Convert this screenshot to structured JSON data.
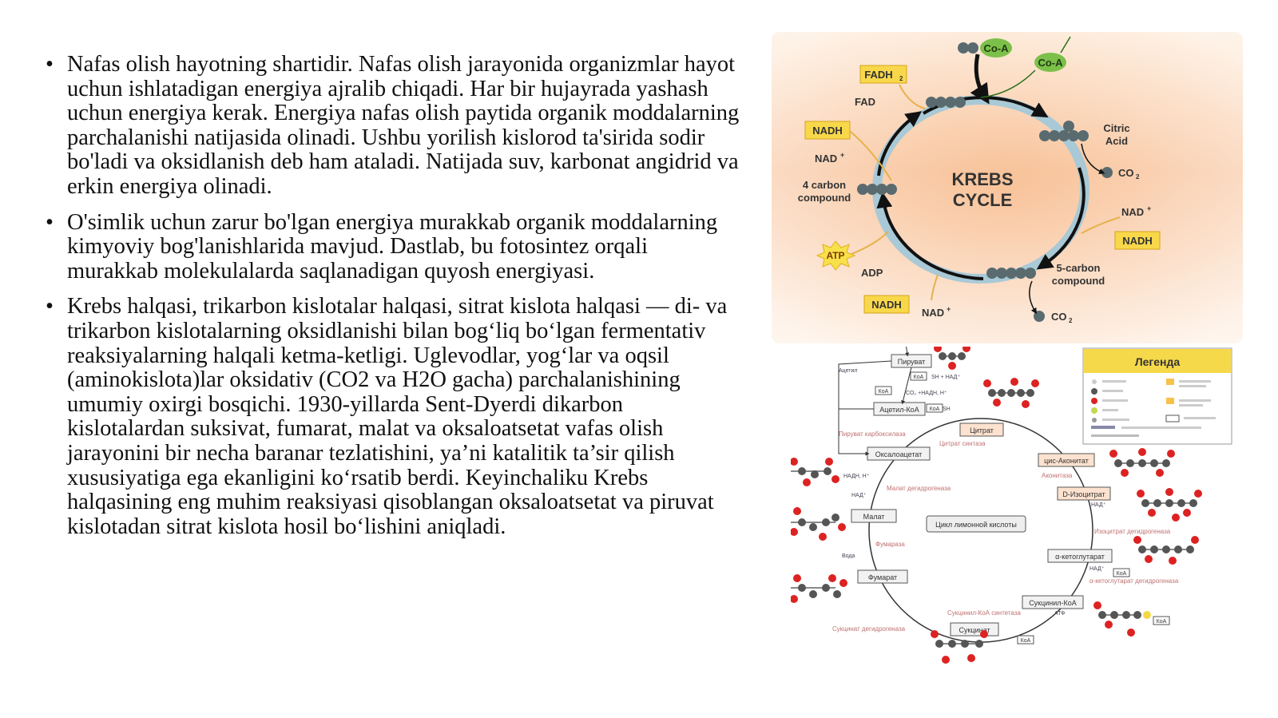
{
  "bullets": [
    "Nafas olish hayotning shartidir. Nafas olish jarayonida organizmlar hayot uchun ishlatadigan energiya ajralib chiqadi. Har bir hujayrada yashash uchun energiya kerak. Energiya nafas olish paytida organik moddalarning parchalanishi natijasida olinadi. Ushbu yorilish kislorod ta'sirida sodir bo'ladi va oksidlanish deb ham ataladi. Natijada suv, karbonat angidrid va erkin energiya olinadi.",
    "O'simlik uchun zarur bo'lgan energiya murakkab organik moddalarning kimyoviy bog'lanishlarida mavjud. Dastlab, bu fotosintez orqali murakkab molekulalarda saqlanadigan quyosh energiyasi.",
    "Krebs halqasi, trikarbon kislotalar halqasi, sitrat kislota halqasi — di- va trikarbon kislotalarning oksidlanishi bilan bog‘liq bo‘lgan fermentativ reaksiyalarning halqali ketma-ketligi. Uglevodlar, yog‘lar va oqsil (aminokislota)lar oksidativ (CO2 va H2O gacha) parchalanishining umumiy oxirgi bosqichi. 1930-yillarda Sent-Dyerdi dikarbon kislotalardan suksivat, fumarat, malat va oksaloatsetat vafas olish jarayonini bir necha baranar tezlatishini, ya’ni katalitik ta’sir qilish xususiyatiga ega ekanligini ko‘rsatib berdi. Keyinchaliku Krebs halqasining eng muhim reaksiyasi qisoblangan oksaloatsetat va piruvat kislotadan sitrat kislota hosil bo‘lishini aniqladi."
  ],
  "krebs_figure": {
    "title_line1": "KREBS",
    "title_line2": "CYCLE",
    "co_a_top": "Co-A",
    "co_a_right": "Co-A",
    "fadh2": "FADH",
    "fadh2_sub": "2",
    "fad": "FAD",
    "nadh_left": "NADH",
    "nad_left": "NAD",
    "four_carbon_1": "4 carbon",
    "four_carbon_2": "compound",
    "atp": "ATP",
    "adp": "ADP",
    "nadh_bottom": "NADH",
    "nad_bottom": "NAD",
    "citric_1": "Citric",
    "citric_2": "Acid",
    "co2_right": "CO",
    "co2_right_sub": "2",
    "nad_right": "NAD",
    "nadh_right": "NADH",
    "five_carbon_1": "5-carbon",
    "five_carbon_2": "compound",
    "co2_bottom": "CO",
    "co2_bottom_sub": "2",
    "plus": "+"
  },
  "detail_figure": {
    "legend_title": "Легенда",
    "nodes": {
      "pyruvate": "Пируват",
      "acetyl_coa": "Ацетил-КоА",
      "citrate": "Цитрат",
      "cis_aconitate": "цис-Аконитат",
      "isocitrate": "D-Изоцитрат",
      "a_ketoglutarate": "α-кетоглутарат",
      "succinyl_coa": "Сукцинил-КоА",
      "succinate": "Сукцинат",
      "fumarate": "Фумарат",
      "malate": "Малат",
      "oxaloacetate": "Оксалоацетат",
      "center": "Цикл лимонной кислоты"
    },
    "enzymes": {
      "citrate_synthase": "Цитрат синтаза",
      "aconitase": "Аконитаза",
      "isocitrate_dh": "Изоцитрат дегидрогеназа",
      "akg_dh": "α-кетоглутарат дегидрогеназа",
      "succinyl_synthetase": "Сукцинил-КоА синтетаза",
      "succinate_dh": "Сукцинат дегидрогеназа",
      "fumarase": "Фумараза",
      "malate_dh": "Малат дегидрогеназа",
      "pyruvate_carboxylase": "Пируват карбоксилаза"
    },
    "cofactors": {
      "sh_nad": "SH + НАД⁺",
      "co2_nadh": "CO₂ +НАДН, H⁺",
      "koa": "КоА",
      "sh": "SH",
      "nadh_h": "НАДН, H⁺",
      "nad": "НАД⁺",
      "water": "Вода",
      "atp": "АТФ",
      "acetyl": "Ацетил"
    }
  }
}
